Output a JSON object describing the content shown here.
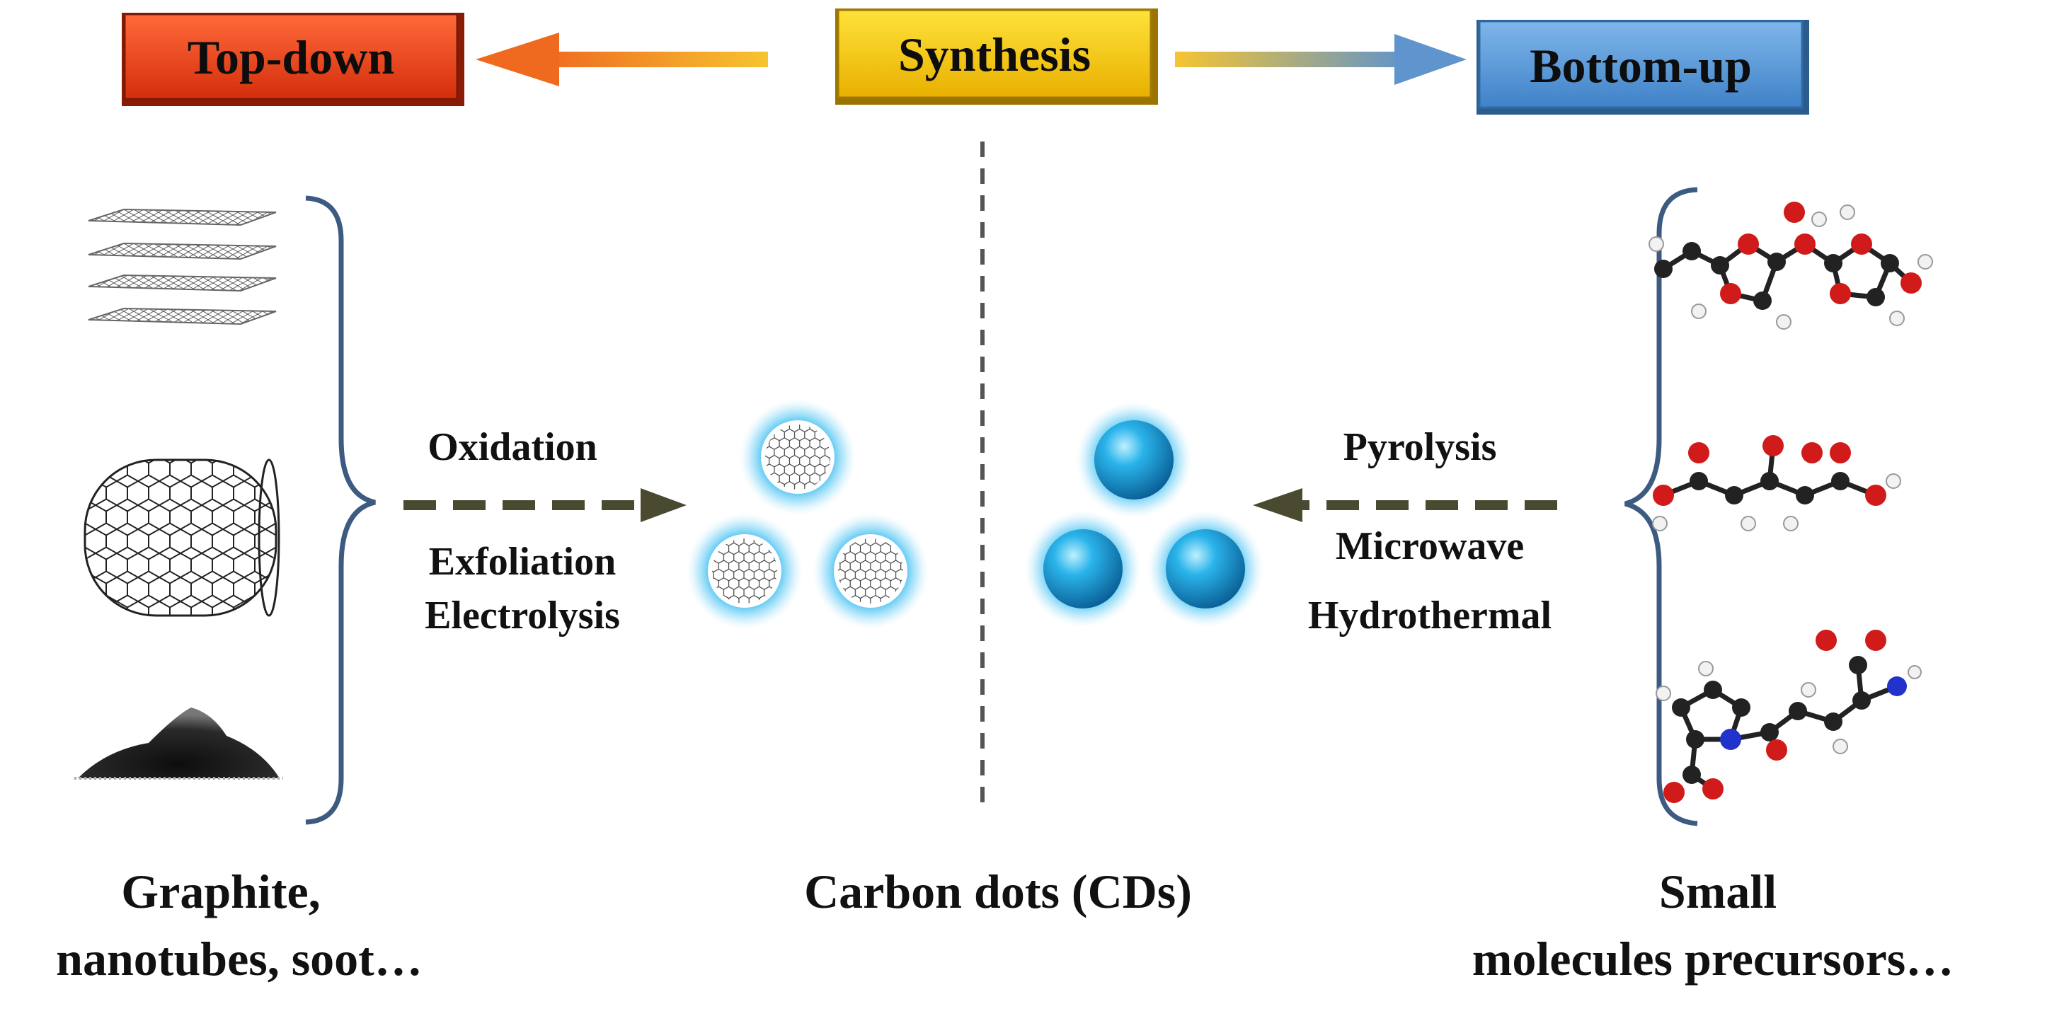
{
  "header": {
    "synthesis": "Synthesis",
    "top_down": "Top-down",
    "bottom_up": "Bottom-up"
  },
  "methods": {
    "top_down": [
      "Oxidation",
      "Exfoliation",
      "Electrolysis"
    ],
    "bottom_up": [
      "Pyrolysis",
      "Microwave",
      "Hydrothermal"
    ]
  },
  "captions": {
    "left": [
      "Graphite,",
      "nanotubes, soot…"
    ],
    "center": "Carbon dots (CDs)",
    "right": [
      "Small",
      "molecules precursors…"
    ]
  },
  "colors": {
    "top_down_box": "#e8401c",
    "synthesis_box": "#f5c518",
    "bottom_up_box": "#5b9bd5",
    "arrow_left": "#f07a22",
    "arrow_right": "#6a9ccc",
    "dashed_arrow": "#4a4a30",
    "dot_blue": "#1aa3e0",
    "brace": "#3d5a80"
  }
}
